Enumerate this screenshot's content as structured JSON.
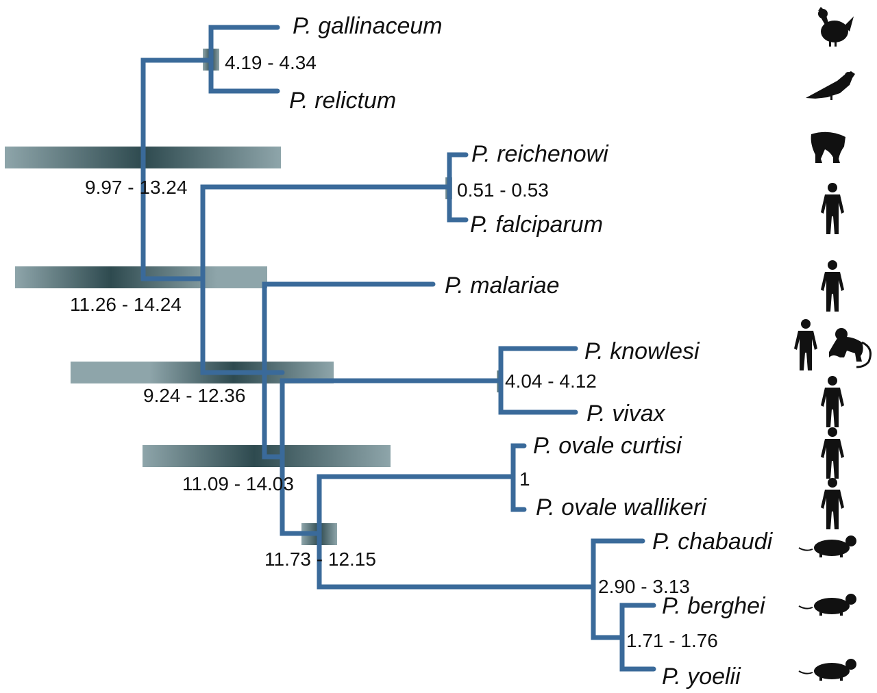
{
  "taxa": {
    "gallinaceum": "P. gallinaceum",
    "relictum": "P. relictum",
    "reichenowi": "P. reichenowi",
    "falciparum": "P. falciparum",
    "malariae": "P. malariae",
    "knowlesi": "P. knowlesi",
    "vivax": "P. vivax",
    "ovale_curtisi": "P. ovale curtisi",
    "ovale_wallikeri": "P. ovale wallikeri",
    "chabaudi": "P. chabaudi",
    "berghei": "P. berghei",
    "yoelii": "P. yoelii"
  },
  "node_ages": {
    "avian": "4.19 - 4.34",
    "avian_split": "9.97 - 13.24",
    "laverania": "0.51 - 0.53",
    "root": "11.26 - 14.24",
    "laverania_split": "9.24 - 12.36",
    "knowlesi_vivax": "4.04 - 4.12",
    "malariae_split": "11.09 - 14.03",
    "ovale": "1",
    "ovale_rodent": "11.73 - 12.15",
    "rodent": "2.90 - 3.13",
    "berghei_yoelii": "1.71 - 1.76"
  },
  "hosts": [
    "chicken-icon",
    "bird-icon",
    "chimpanzee-icon",
    "human-icon",
    "human-icon",
    "human-icon",
    "macaque-icon",
    "human-icon",
    "human-icon",
    "human-icon",
    "rodent-icon",
    "rodent-icon",
    "rodent-icon"
  ],
  "colors": {
    "branch": "#3a6a9a",
    "hpd_bar": "#8ea5aa",
    "hpd_center": "#2e4a4f"
  }
}
